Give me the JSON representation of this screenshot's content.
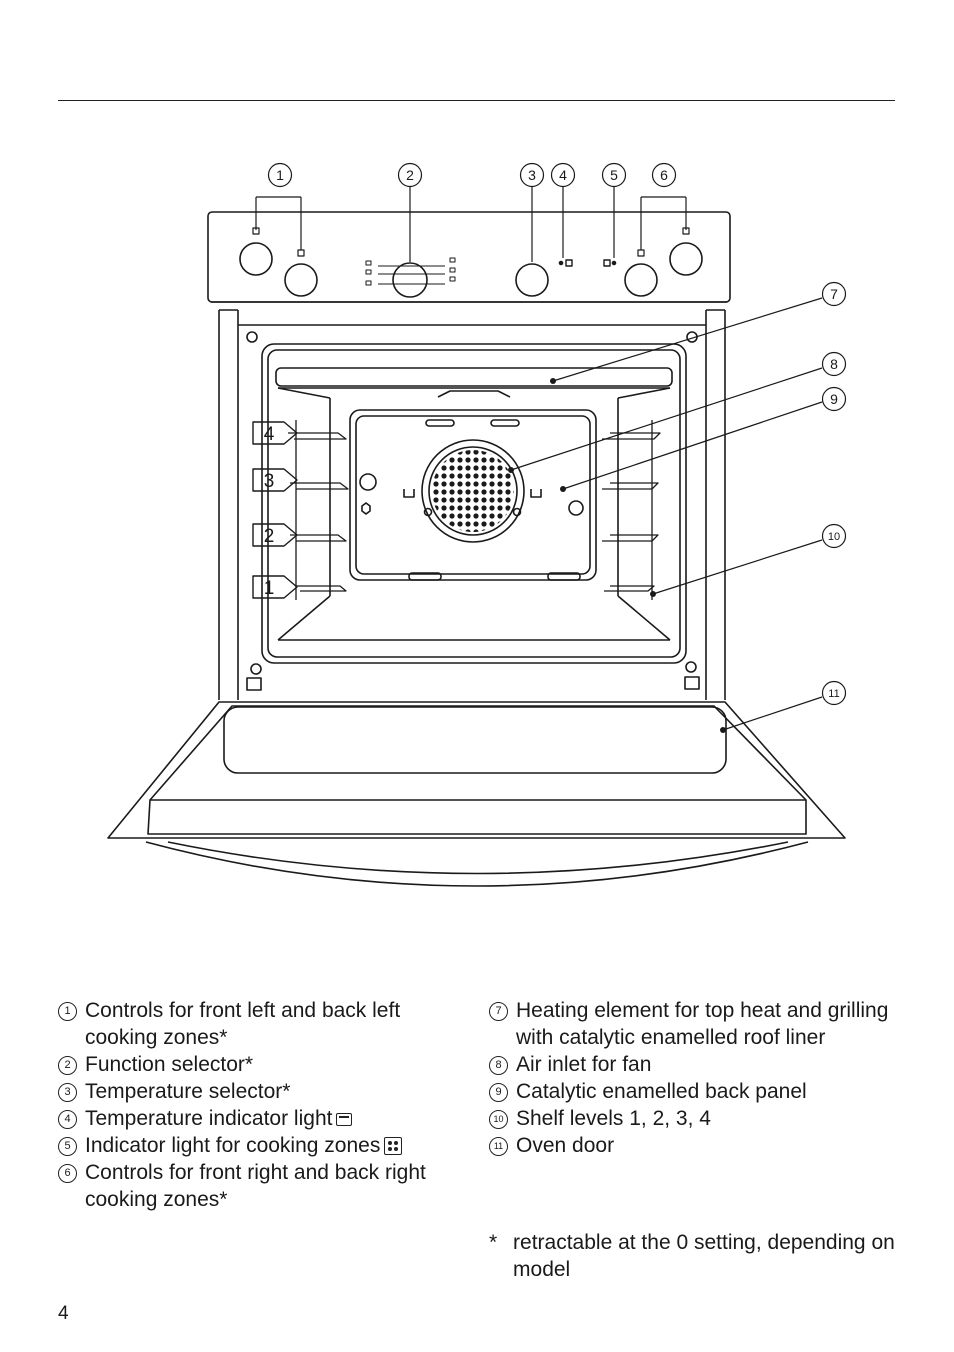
{
  "diagram": {
    "callouts": [
      "1",
      "2",
      "3",
      "4",
      "5",
      "6",
      "7",
      "8",
      "9",
      "10",
      "11"
    ],
    "shelf_levels": [
      "4",
      "3",
      "2",
      "1"
    ]
  },
  "legend": {
    "left": [
      {
        "num": "1",
        "text": "Controls for front left and back left cooking zones*"
      },
      {
        "num": "2",
        "text": "Function selector*"
      },
      {
        "num": "3",
        "text": "Temperature selector*"
      },
      {
        "num": "4",
        "text": "Temperature indicator light",
        "symbol": "oven-light-icon"
      },
      {
        "num": "5",
        "text": "Indicator light for cooking zones",
        "symbol": "cooking-zones-icon"
      },
      {
        "num": "6",
        "text": "Controls for front right and back right cooking zones*"
      }
    ],
    "right": [
      {
        "num": "7",
        "text": "Heating element for top heat and grilling with catalytic enamelled roof liner"
      },
      {
        "num": "8",
        "text": "Air inlet for fan"
      },
      {
        "num": "9",
        "text": "Catalytic enamelled back panel"
      },
      {
        "num": "10",
        "text": "Shelf levels 1, 2, 3, 4"
      },
      {
        "num": "11",
        "text": "Oven door"
      }
    ]
  },
  "footnote": {
    "marker": "*",
    "text": "retractable at the 0 setting, depending on model"
  },
  "page_number": "4"
}
